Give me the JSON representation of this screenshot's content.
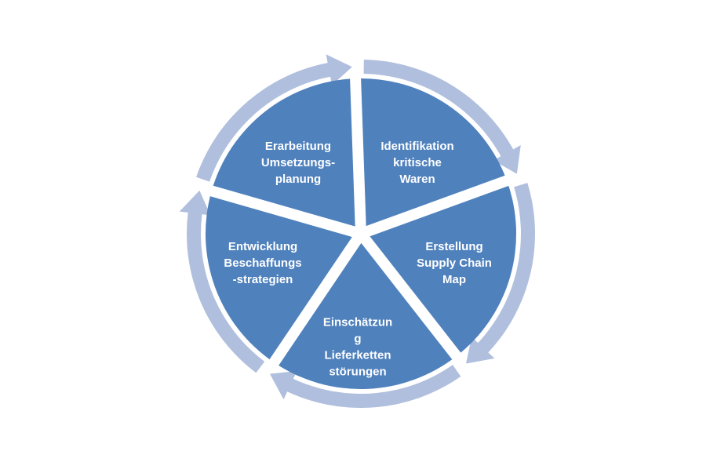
{
  "colors": {
    "segment_fill": "#4f81bd",
    "arrow_fill": "#b0bfdd",
    "separator": "#ffffff",
    "text": "#ffffff"
  },
  "segments": [
    {
      "lines": [
        "Identifikation",
        "kritische",
        "Waren"
      ]
    },
    {
      "lines": [
        "Erstellung",
        "Supply Chain",
        "Map"
      ]
    },
    {
      "lines": [
        "Einschätzun",
        "g",
        "Lieferketten",
        "störungen"
      ]
    },
    {
      "lines": [
        "Entwicklung",
        "Beschaffungs",
        "-strategien"
      ]
    },
    {
      "lines": [
        "Erarbeitung",
        "Umsetzungs-",
        "planung"
      ]
    }
  ]
}
